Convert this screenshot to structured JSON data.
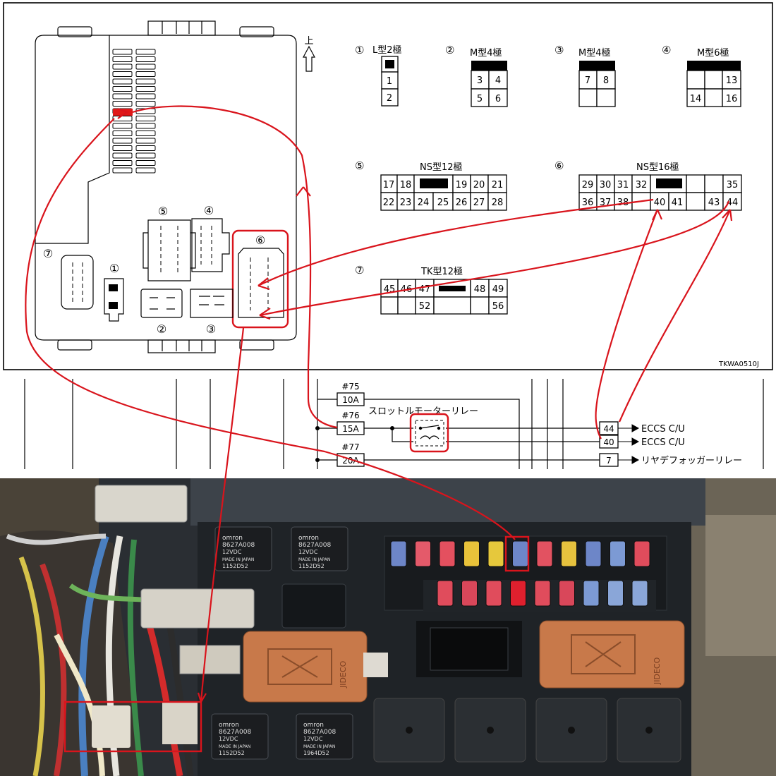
{
  "up_label": "上",
  "figure_code": "TKWA0510J",
  "connectors": [
    {
      "num": "①",
      "name": "L型2極",
      "pins": [
        "1",
        "2"
      ]
    },
    {
      "num": "②",
      "name": "M型4極",
      "pins": [
        "3",
        "4",
        "5",
        "6"
      ]
    },
    {
      "num": "③",
      "name": "M型4極",
      "pins": [
        "7",
        "8"
      ]
    },
    {
      "num": "④",
      "name": "M型6極",
      "pins": [
        "13",
        "14",
        "16"
      ]
    },
    {
      "num": "⑤",
      "name": "NS型12極",
      "pins": [
        "17",
        "18",
        "19",
        "20",
        "21",
        "22",
        "23",
        "24",
        "25",
        "26",
        "27",
        "28"
      ]
    },
    {
      "num": "⑥",
      "name": "NS型16極",
      "pins": [
        "29",
        "30",
        "31",
        "32",
        "35",
        "36",
        "37",
        "38",
        "40",
        "41",
        "43",
        "44"
      ]
    },
    {
      "num": "⑦",
      "name": "TK型12極",
      "pins": [
        "45",
        "46",
        "47",
        "48",
        "49",
        "52",
        "56"
      ]
    }
  ],
  "box_markers": [
    "⑤",
    "④",
    "⑥",
    "⑦",
    "①",
    "②",
    "③"
  ],
  "circuit": {
    "fuses": [
      {
        "id": "#75",
        "rating": "10A"
      },
      {
        "id": "#76",
        "rating": "15A"
      },
      {
        "id": "#77",
        "rating": "20A"
      }
    ],
    "relay_label": "スロットルモーターリレー",
    "outputs": [
      {
        "pin": "44",
        "label": "ECCS C/U"
      },
      {
        "pin": "40",
        "label": "ECCS C/U"
      },
      {
        "pin": "7",
        "label": "リヤデフォッガーリレー"
      }
    ]
  },
  "photo": {
    "relays_small": [
      {
        "brand": "omron",
        "model": "8627A008",
        "voltage": "12VDC",
        "origin": "MADE IN JAPAN",
        "code": "1152D52"
      },
      {
        "brand": "omron",
        "model": "8627A008",
        "voltage": "12VDC",
        "origin": "MADE IN JAPAN",
        "code": "1152D52"
      },
      {
        "brand": "omron",
        "model": "8627A008",
        "voltage": "12VDC",
        "origin": "MADE IN JAPAN",
        "code": "1152D52"
      },
      {
        "brand": "omron",
        "model": "8627A008",
        "voltage": "12VDC",
        "origin": "MADE IN JAPAN",
        "code": "1964D52"
      }
    ],
    "relay_large_code": "JIDECO",
    "fuse_row1_colors": [
      "#6d86c8",
      "#e45a6a",
      "#e4505f",
      "#e8c23a",
      "#e6c83c",
      "#6d86c8",
      "#e25261",
      "#e6c23e",
      "#6d86c8",
      "#7c9ad4",
      "#e04c5c"
    ],
    "fuse_row2_colors": [
      "#e04c5c",
      "#d9475a",
      "#e04c5c",
      "#e0202e",
      "#e04c5c",
      "#d9475a",
      "#7c9ad4",
      "#8aa6d8",
      "#8aa6d8"
    ]
  }
}
